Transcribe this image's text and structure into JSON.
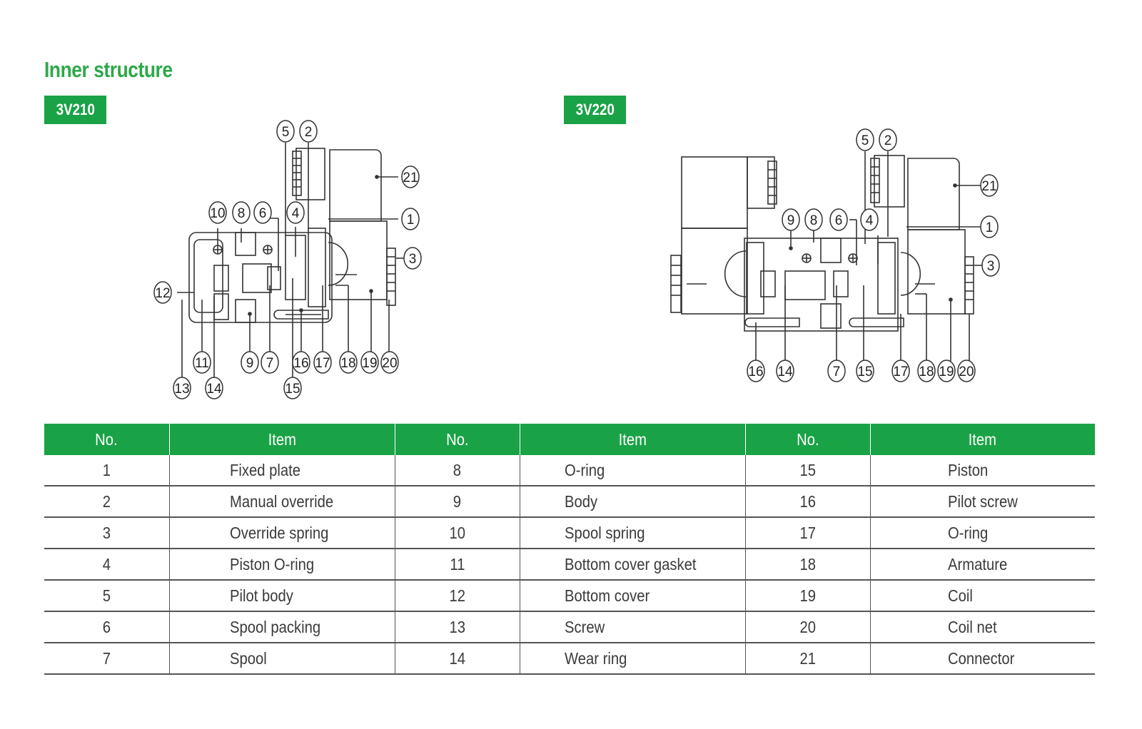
{
  "title": "Inner structure",
  "models": {
    "left": "3V210",
    "right": "3V220"
  },
  "table": {
    "headers": [
      "No.",
      "Item",
      "No.",
      "Item",
      "No.",
      "Item"
    ],
    "rows": [
      [
        {
          "no": "1",
          "item": "Fixed plate"
        },
        {
          "no": "8",
          "item": "O-ring"
        },
        {
          "no": "15",
          "item": "Piston"
        }
      ],
      [
        {
          "no": "2",
          "item": "Manual override"
        },
        {
          "no": "9",
          "item": "Body"
        },
        {
          "no": "16",
          "item": "Pilot screw"
        }
      ],
      [
        {
          "no": "3",
          "item": "Override spring"
        },
        {
          "no": "10",
          "item": "Spool spring"
        },
        {
          "no": "17",
          "item": "O-ring"
        }
      ],
      [
        {
          "no": "4",
          "item": "Piston O-ring"
        },
        {
          "no": "11",
          "item": "Bottom cover gasket"
        },
        {
          "no": "18",
          "item": "Armature"
        }
      ],
      [
        {
          "no": "5",
          "item": "Pilot body"
        },
        {
          "no": "12",
          "item": "Bottom cover"
        },
        {
          "no": "19",
          "item": "Coil"
        }
      ],
      [
        {
          "no": "6",
          "item": "Spool packing"
        },
        {
          "no": "13",
          "item": "Screw"
        },
        {
          "no": "20",
          "item": "Coil net"
        }
      ],
      [
        {
          "no": "7",
          "item": "Spool"
        },
        {
          "no": "14",
          "item": "Wear ring"
        },
        {
          "no": "21",
          "item": "Connector"
        }
      ]
    ]
  },
  "callouts_left": [
    "5",
    "2",
    "21",
    "1",
    "3",
    "10",
    "8",
    "6",
    "4",
    "12",
    "11",
    "9",
    "7",
    "16",
    "17",
    "18",
    "19",
    "20",
    "13",
    "14",
    "15"
  ],
  "callouts_right": [
    "5",
    "2",
    "21",
    "1",
    "3",
    "9",
    "8",
    "6",
    "4",
    "16",
    "14",
    "7",
    "15",
    "17",
    "18",
    "19",
    "20"
  ],
  "colors": {
    "brand_green": "#1aa246",
    "title_green": "#2ea84a",
    "line": "#333333"
  }
}
